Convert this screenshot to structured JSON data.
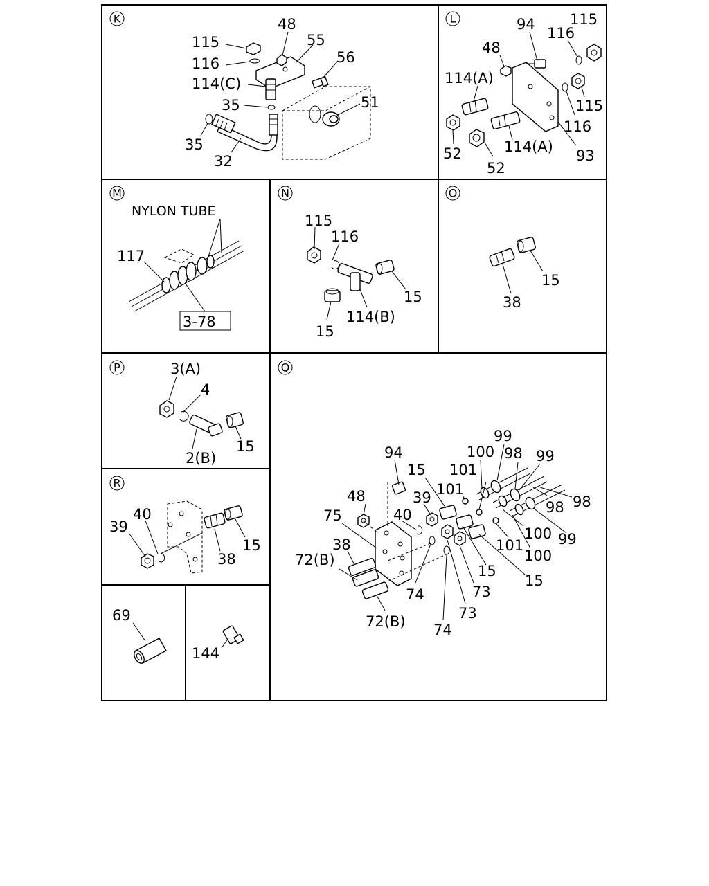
{
  "panels": {
    "K": {
      "letter": "K",
      "labels": {
        "l115": "115",
        "l48": "48",
        "l55": "55",
        "l116": "116",
        "l56": "56",
        "l114c": "114(C)",
        "l35a": "35",
        "l51": "51",
        "l35b": "35",
        "l32": "32"
      }
    },
    "L": {
      "letter": "L",
      "labels": {
        "l94": "94",
        "l115a": "115",
        "l116a": "116",
        "l48": "48",
        "l114a1": "114(A)",
        "l115b": "115",
        "l116b": "116",
        "l52a": "52",
        "l114a2": "114(A)",
        "l93": "93",
        "l52b": "52"
      }
    },
    "M": {
      "letter": "M",
      "labels": {
        "nylon": "NYLON TUBE",
        "l117": "117",
        "ref": "3-78"
      }
    },
    "N": {
      "letter": "N",
      "labels": {
        "l115": "115",
        "l116": "116",
        "l15a": "15",
        "l114b": "114(B)",
        "l15b": "15"
      }
    },
    "O": {
      "letter": "O",
      "labels": {
        "l15": "15",
        "l38": "38"
      }
    },
    "P": {
      "letter": "P",
      "labels": {
        "l3a": "3(A)",
        "l4": "4",
        "l15": "15",
        "l2b": "2(B)"
      }
    },
    "R": {
      "letter": "R",
      "labels": {
        "l40": "40",
        "l39": "39",
        "l15": "15",
        "l38": "38"
      }
    },
    "S": {
      "labels": {
        "l69": "69"
      }
    },
    "T": {
      "labels": {
        "l144": "144"
      }
    },
    "Q": {
      "letter": "Q",
      "labels": {
        "l99a": "99",
        "l94": "94",
        "l100a": "100",
        "l98a": "98",
        "l99b": "99",
        "l15a": "15",
        "l101a": "101",
        "l48": "48",
        "l101b": "101",
        "l39": "39",
        "l98b": "98",
        "l75": "75",
        "l40": "40",
        "l98c": "98",
        "l38": "38",
        "l100b": "100",
        "l99c": "99",
        "l101c": "101",
        "l72b1": "72(B)",
        "l100c": "100",
        "l15b": "15",
        "l15c": "15",
        "l74a": "74",
        "l73a": "73",
        "l73b": "73",
        "l72b2": "72(B)",
        "l74b": "74"
      }
    }
  }
}
